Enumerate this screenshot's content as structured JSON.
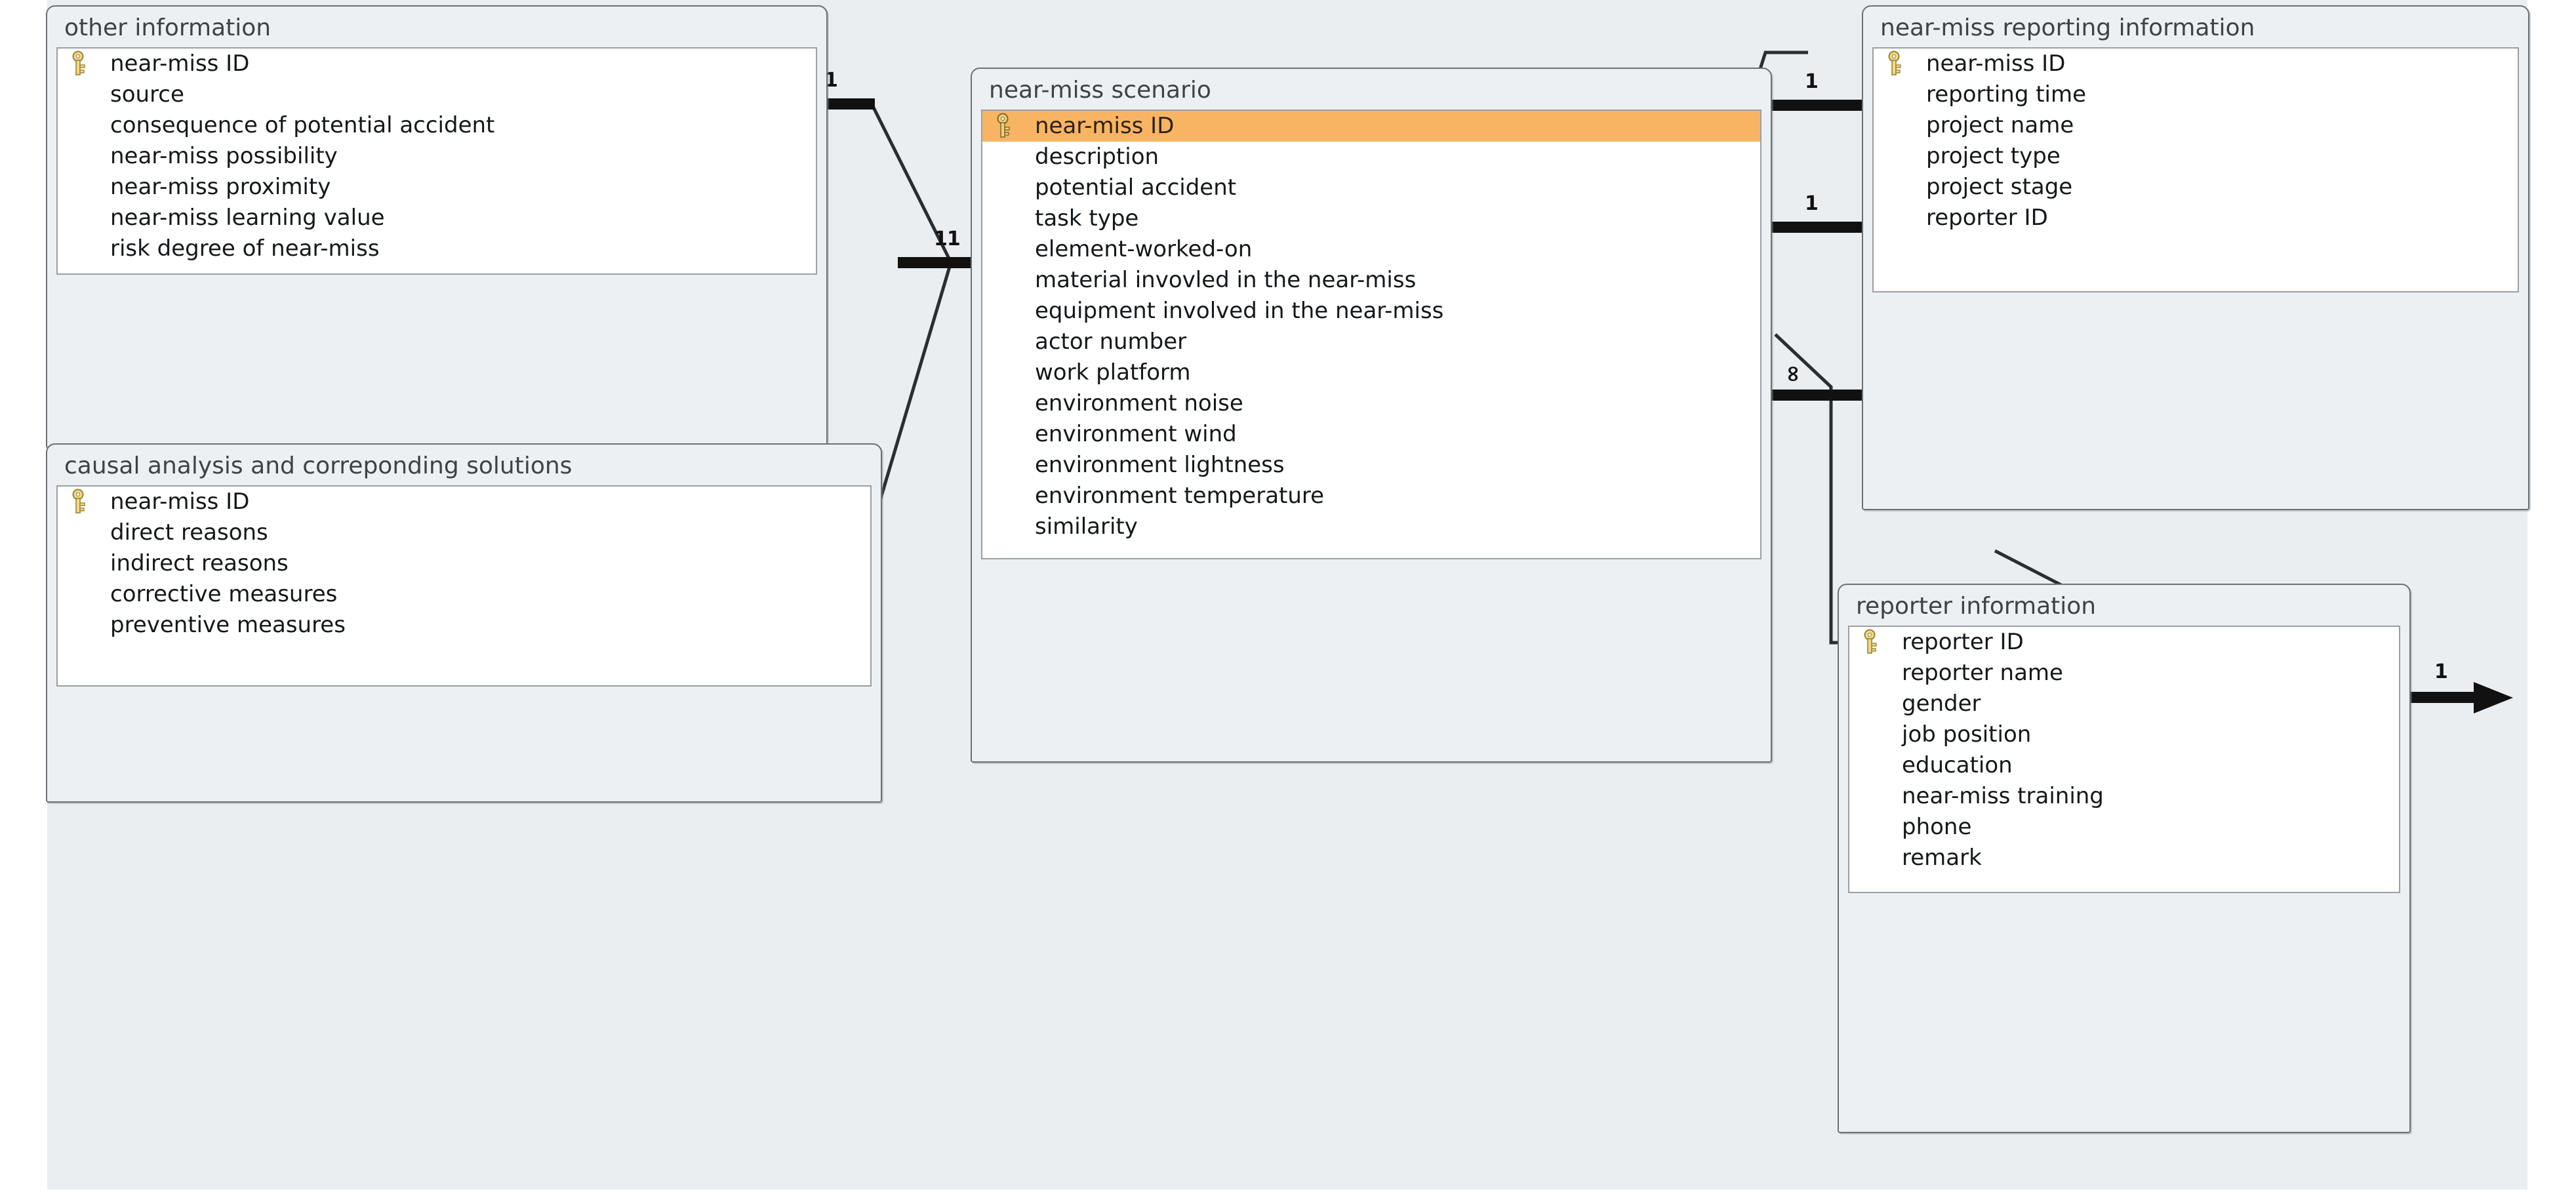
{
  "diagram": {
    "kind": "database-relationships",
    "canvas_color": "#eaeef1",
    "selected_row_color": "#f7b563",
    "key_icon": "primary-key-icon"
  },
  "tables": [
    {
      "id": "other-information",
      "title": "other information",
      "fields": [
        {
          "name": "near-miss ID",
          "key": true,
          "selected": false
        },
        {
          "name": "source",
          "key": false,
          "selected": false
        },
        {
          "name": "consequence of potential accident",
          "key": false,
          "selected": false
        },
        {
          "name": "near-miss possibility",
          "key": false,
          "selected": false
        },
        {
          "name": "near-miss proximity",
          "key": false,
          "selected": false
        },
        {
          "name": "near-miss learning value",
          "key": false,
          "selected": false
        },
        {
          "name": "risk degree of near-miss",
          "key": false,
          "selected": false
        }
      ]
    },
    {
      "id": "causal-analysis",
      "title": "causal analysis and correponding solutions",
      "fields": [
        {
          "name": "near-miss ID",
          "key": true,
          "selected": false
        },
        {
          "name": "direct reasons",
          "key": false,
          "selected": false
        },
        {
          "name": "indirect reasons",
          "key": false,
          "selected": false
        },
        {
          "name": "corrective measures",
          "key": false,
          "selected": false
        },
        {
          "name": "preventive measures",
          "key": false,
          "selected": false
        }
      ]
    },
    {
      "id": "near-miss-scenario",
      "title": "near-miss scenario",
      "fields": [
        {
          "name": "near-miss ID",
          "key": true,
          "selected": true
        },
        {
          "name": "description",
          "key": false,
          "selected": false
        },
        {
          "name": "potential accident",
          "key": false,
          "selected": false
        },
        {
          "name": "task type",
          "key": false,
          "selected": false
        },
        {
          "name": "element-worked-on",
          "key": false,
          "selected": false
        },
        {
          "name": "material invovled in the near-miss",
          "key": false,
          "selected": false
        },
        {
          "name": "equipment involved in the near-miss",
          "key": false,
          "selected": false
        },
        {
          "name": "actor number",
          "key": false,
          "selected": false
        },
        {
          "name": "work platform",
          "key": false,
          "selected": false
        },
        {
          "name": "environment noise",
          "key": false,
          "selected": false
        },
        {
          "name": "environment wind",
          "key": false,
          "selected": false
        },
        {
          "name": "environment lightness",
          "key": false,
          "selected": false
        },
        {
          "name": "environment temperature",
          "key": false,
          "selected": false
        },
        {
          "name": "similarity",
          "key": false,
          "selected": false
        }
      ]
    },
    {
      "id": "near-miss-reporting-information",
      "title": "near-miss reporting information",
      "fields": [
        {
          "name": "near-miss ID",
          "key": true,
          "selected": false
        },
        {
          "name": "reporting time",
          "key": false,
          "selected": false
        },
        {
          "name": "project name",
          "key": false,
          "selected": false
        },
        {
          "name": "project type",
          "key": false,
          "selected": false
        },
        {
          "name": "project stage",
          "key": false,
          "selected": false
        },
        {
          "name": "reporter ID",
          "key": false,
          "selected": false
        }
      ]
    },
    {
      "id": "reporter-information",
      "title": "reporter information",
      "fields": [
        {
          "name": "reporter ID",
          "key": true,
          "selected": false
        },
        {
          "name": "reporter name",
          "key": false,
          "selected": false
        },
        {
          "name": "gender",
          "key": false,
          "selected": false
        },
        {
          "name": "job position",
          "key": false,
          "selected": false
        },
        {
          "name": "education",
          "key": false,
          "selected": false
        },
        {
          "name": "near-miss training",
          "key": false,
          "selected": false
        },
        {
          "name": "phone",
          "key": false,
          "selected": false
        },
        {
          "name": "remark",
          "key": false,
          "selected": false
        }
      ]
    }
  ],
  "cardinalities": [
    {
      "id": "other-info-end",
      "label": "1"
    },
    {
      "id": "scenario-left-top-end",
      "label": "11"
    },
    {
      "id": "causal-end",
      "label": "1"
    },
    {
      "id": "scenario-right-top-end",
      "label": "1"
    },
    {
      "id": "reporting-left-end",
      "label": "1"
    },
    {
      "id": "scenario-right-many",
      "label": "∞"
    },
    {
      "id": "reporter-right-end",
      "label": "1"
    }
  ]
}
